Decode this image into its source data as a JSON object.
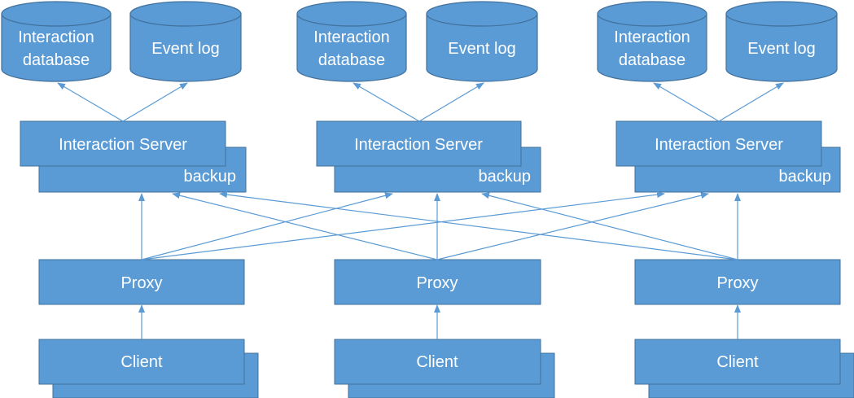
{
  "labels": {
    "db_line1": "Interaction",
    "db_line2": "database",
    "event_log": "Event log",
    "server": "Interaction Server",
    "backup": "backup",
    "proxy": "Proxy",
    "client": "Client"
  },
  "colors": {
    "fill": "#5b9bd5",
    "stroke": "#41719c",
    "text": "#ffffff"
  },
  "groups": 3
}
